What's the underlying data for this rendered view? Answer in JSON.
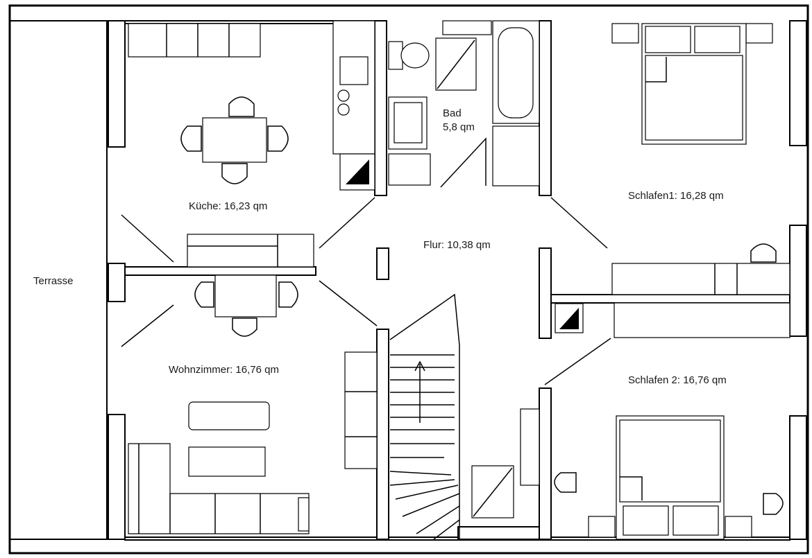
{
  "rooms": {
    "terrace": "Terrasse",
    "kitchen": "Küche: 16,23 qm",
    "bath_name": "Bad",
    "bath_area": "5,8 qm",
    "hall": "Flur: 10,38 qm",
    "bedroom1": "Schlafen1: 16,28 qm",
    "living": "Wohnzimmer: 16,76 qm",
    "bedroom2": "Schlafen 2: 16,76 qm"
  },
  "colors": {
    "wall": "#000000",
    "background": "#ffffff",
    "text": "#1a1a1a"
  }
}
